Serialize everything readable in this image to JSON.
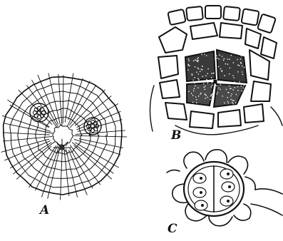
{
  "figure": {
    "panels": [
      {
        "id": "A",
        "label": "A"
      },
      {
        "id": "B",
        "label": "B"
      },
      {
        "id": "C",
        "label": "C"
      }
    ]
  },
  "colors": {
    "ink": "#111111",
    "paper": "#ffffff"
  }
}
